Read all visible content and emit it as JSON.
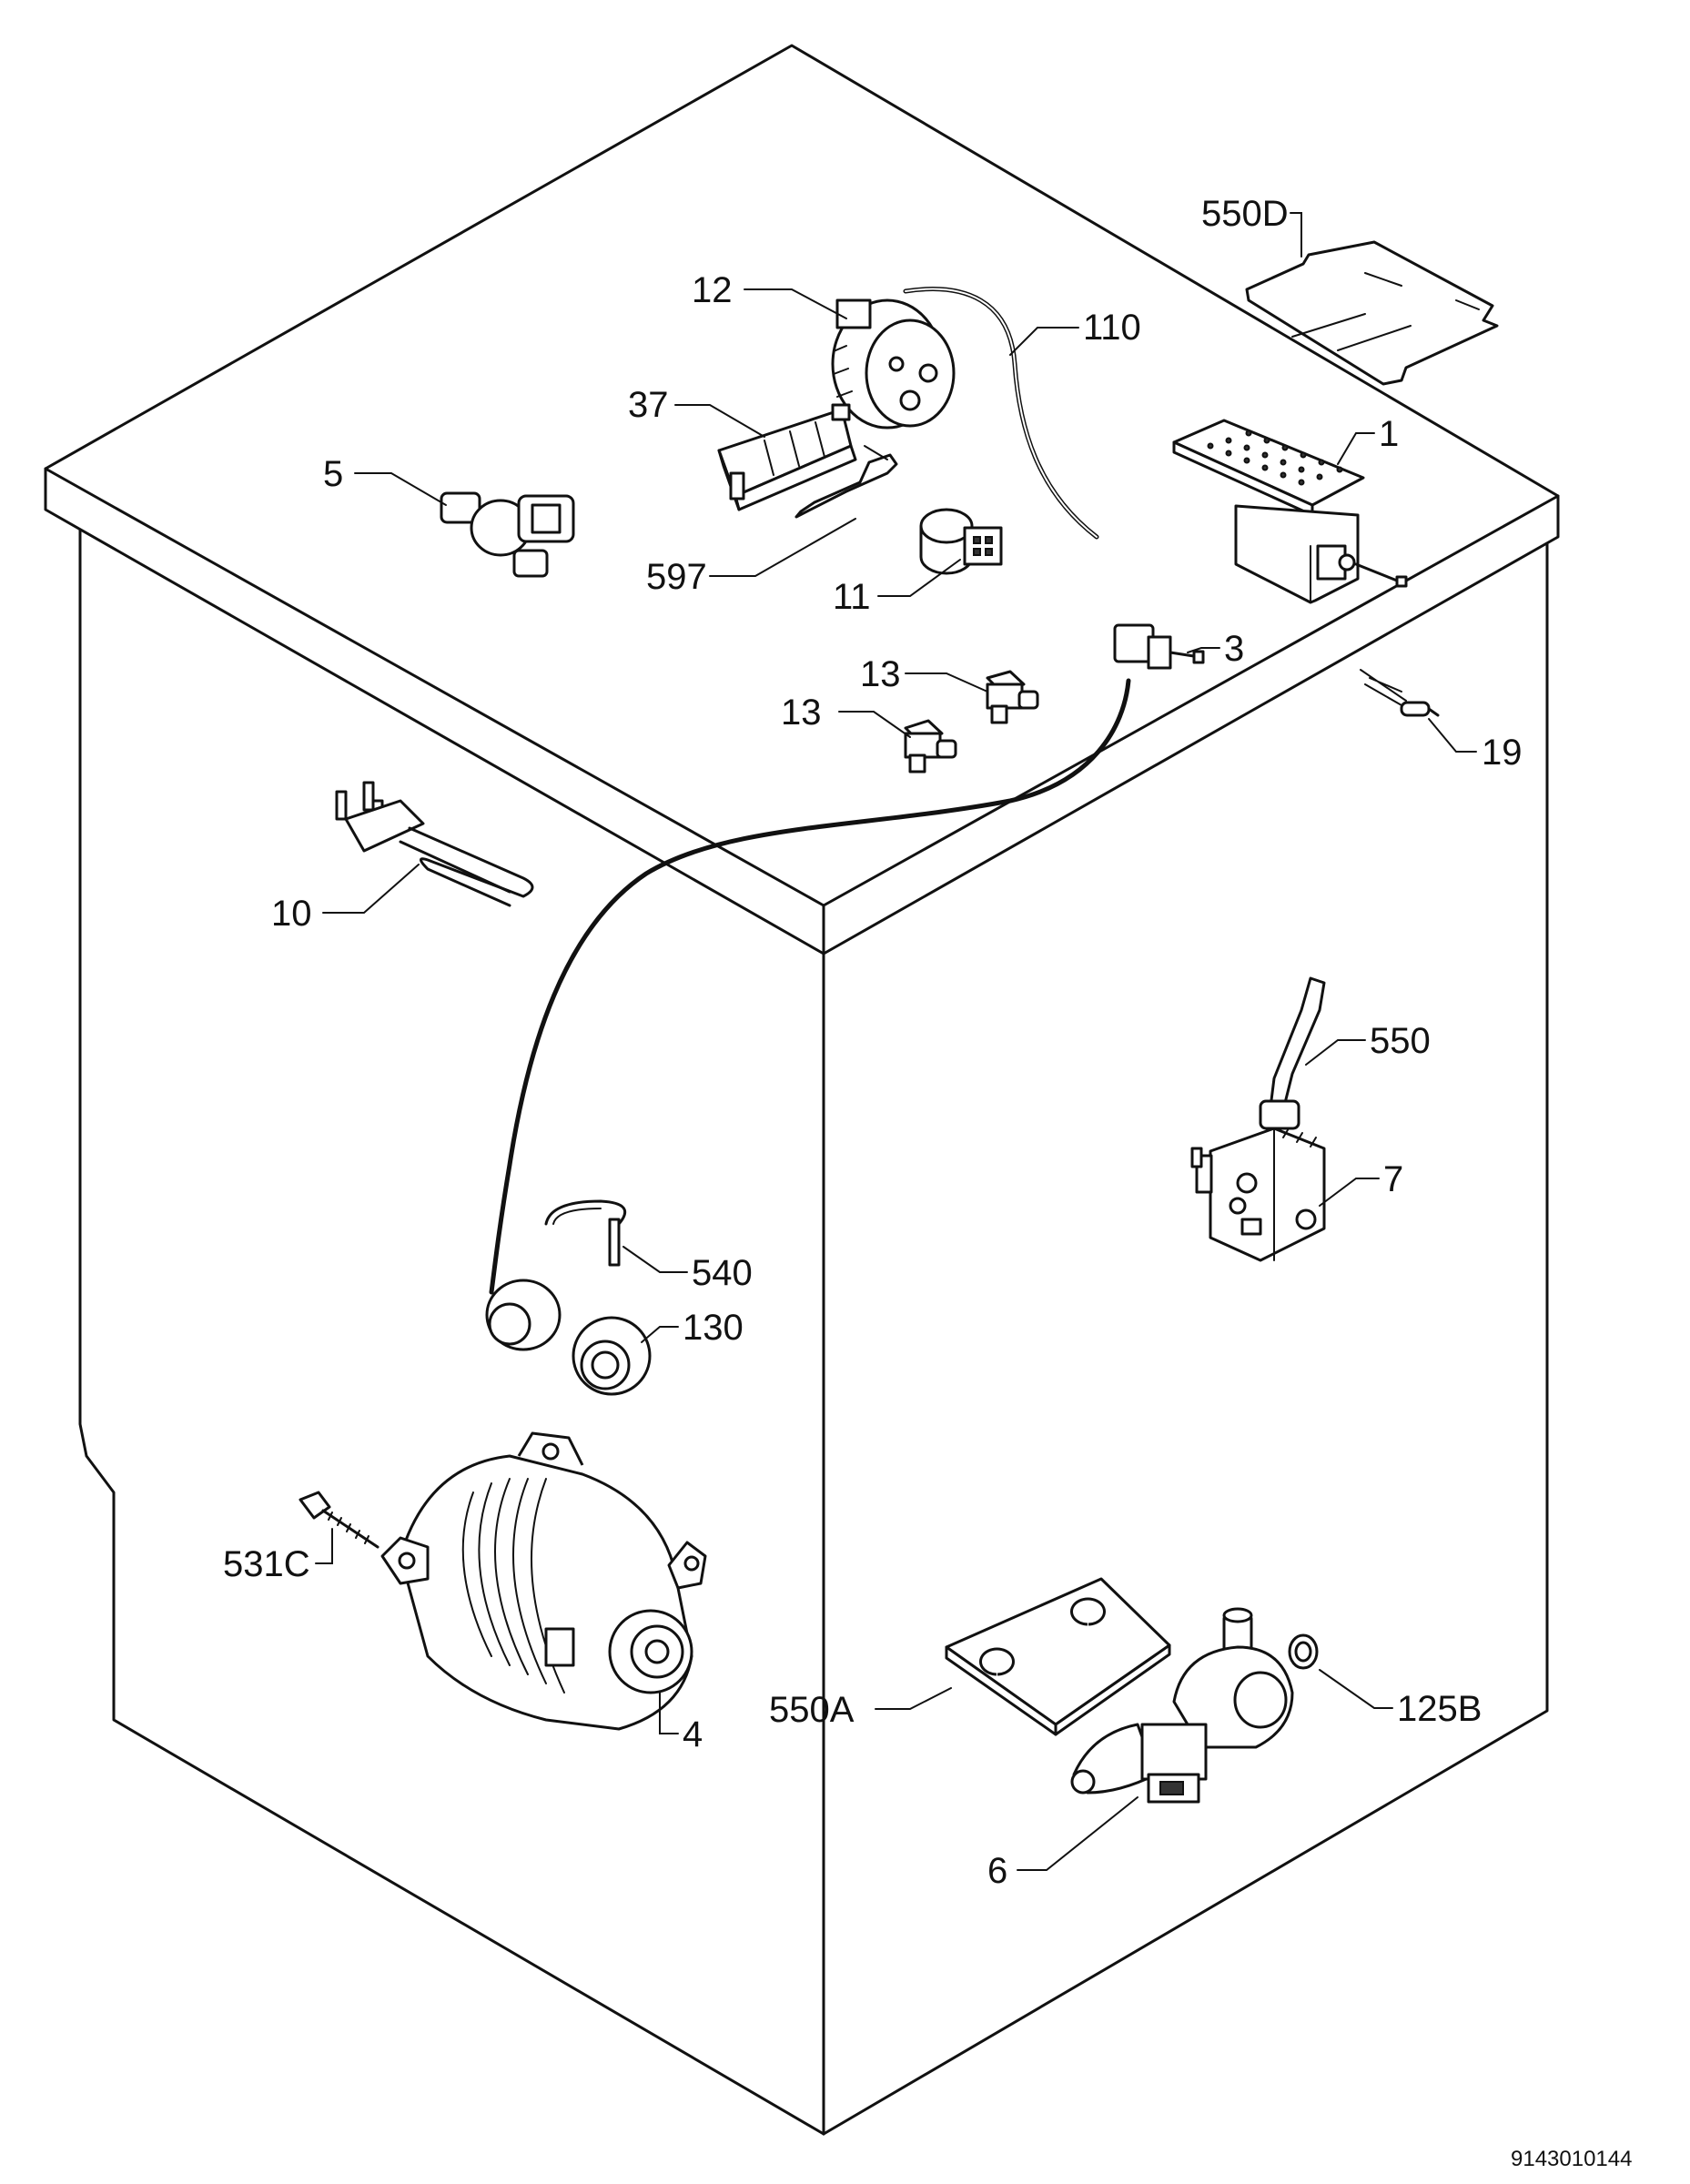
{
  "diagram": {
    "document_number": "9143010144",
    "labels": {
      "l550D": "550D",
      "l12": "12",
      "l110": "110",
      "l37": "37",
      "l1": "1",
      "l5": "5",
      "l597": "597",
      "l11": "11",
      "l3": "3",
      "l13a": "13",
      "l13b": "13",
      "l19": "19",
      "l10": "10",
      "l550": "550",
      "l7": "7",
      "l540": "540",
      "l130": "130",
      "l531C": "531C",
      "l4": "4",
      "l550A": "550A",
      "l125B": "125B",
      "l6": "6"
    }
  }
}
